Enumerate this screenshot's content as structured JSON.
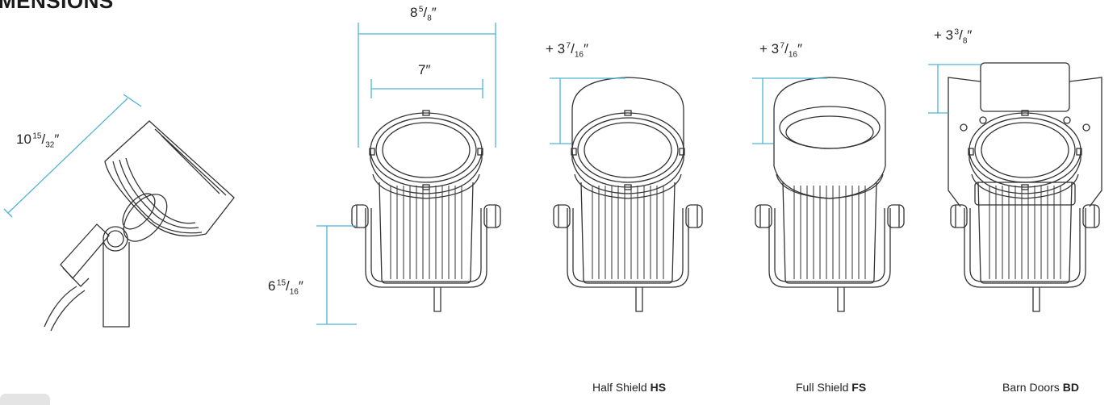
{
  "heading": "MENSIONS",
  "dimensions": {
    "diagonal": {
      "whole": "10",
      "num": "15",
      "den": "32",
      "unit": "″"
    },
    "overall_width": {
      "whole": "8",
      "num": "5",
      "den": "8",
      "unit": "″"
    },
    "lens_width": {
      "whole": "7",
      "unit": "″"
    },
    "height": {
      "whole": "6",
      "num": "15",
      "den": "16",
      "unit": "″"
    },
    "half_shield_add": {
      "prefix": "+ ",
      "whole": "3",
      "num": "7",
      "den": "16",
      "unit": "″"
    },
    "full_shield_add": {
      "prefix": "+ ",
      "whole": "3",
      "num": "7",
      "den": "16",
      "unit": "″"
    },
    "barn_doors_add": {
      "prefix": "+ ",
      "whole": "3",
      "num": "3",
      "den": "8",
      "unit": "″"
    }
  },
  "captions": [
    {
      "name": "Half Shield",
      "code": "HS"
    },
    {
      "name": "Full Shield",
      "code": "FS"
    },
    {
      "name": "Barn Doors",
      "code": "BD"
    }
  ],
  "colors": {
    "dimension_line": "#4fb3d6",
    "outline": "#333333"
  }
}
